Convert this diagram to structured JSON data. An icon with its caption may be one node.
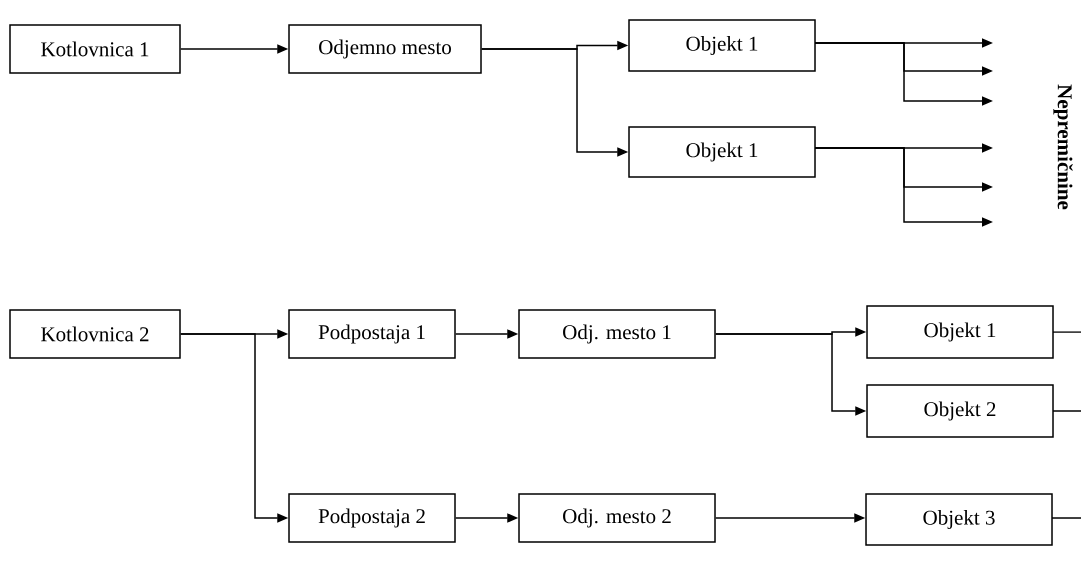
{
  "diagram": {
    "nodes": [
      {
        "text": [
          "Kotlovnica 1"
        ]
      },
      {
        "text": [
          "Odjemno mesto"
        ]
      },
      {
        "text": [
          "Objekt 1"
        ]
      },
      {
        "text": [
          "Objekt 1"
        ]
      },
      {
        "text": [
          "Kotlovnica 2"
        ]
      },
      {
        "text": [
          "Podpostaja 1"
        ]
      },
      {
        "text": [
          "Odj. mesto 1"
        ]
      },
      {
        "text": [
          "Objekt 1"
        ]
      },
      {
        "text": [
          "Objekt 2"
        ]
      },
      {
        "text": [
          "Podpostaja 2"
        ]
      },
      {
        "text": [
          "Odj. mesto 2"
        ]
      },
      {
        "text": [
          "Objekt 3"
        ]
      }
    ],
    "edges": [
      {
        "from": 0,
        "to": 1,
        "arrow": "to"
      },
      {
        "from": 1,
        "to": 2,
        "arrow": "to"
      },
      {
        "from": 1,
        "to": 3,
        "arrow": "to"
      },
      {
        "from": 2,
        "to": null,
        "arrow": "to"
      },
      {
        "from": 2,
        "to": null,
        "arrow": "to"
      },
      {
        "from": 2,
        "to": null,
        "arrow": "to"
      },
      {
        "from": 3,
        "to": null,
        "arrow": "to"
      },
      {
        "from": 3,
        "to": null,
        "arrow": "to"
      },
      {
        "from": 3,
        "to": null,
        "arrow": "to"
      },
      {
        "from": 4,
        "to": 5,
        "arrow": "to"
      },
      {
        "from": 4,
        "to": 9,
        "arrow": "to"
      },
      {
        "from": 5,
        "to": 6,
        "arrow": "to"
      },
      {
        "from": 6,
        "to": 7,
        "arrow": "to"
      },
      {
        "from": 6,
        "to": 8,
        "arrow": "to"
      },
      {
        "from": 9,
        "to": 10,
        "arrow": "to"
      },
      {
        "from": 10,
        "to": 11,
        "arrow": "to"
      },
      {
        "from": 7,
        "to": null,
        "arrow": "none"
      },
      {
        "from": 8,
        "to": null,
        "arrow": "none"
      },
      {
        "from": 11,
        "to": null,
        "arrow": "none"
      }
    ],
    "labels": [
      "Nepremičnine"
    ]
  }
}
